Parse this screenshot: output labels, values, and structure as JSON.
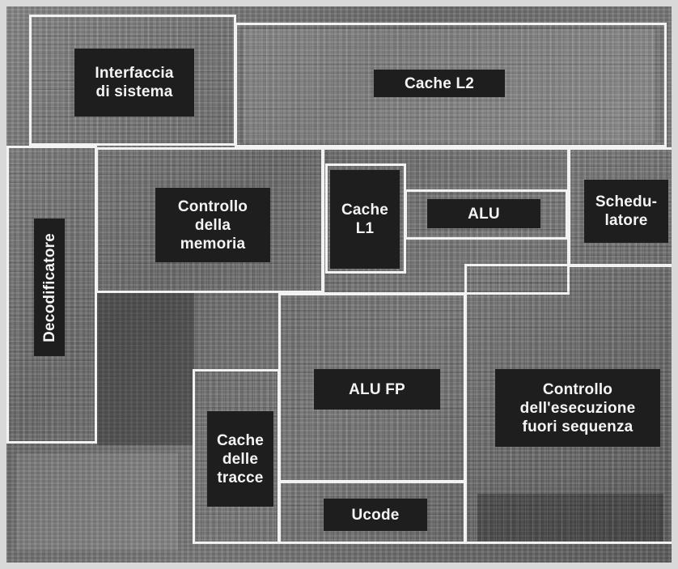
{
  "blocks": {
    "system_interface": "Interfaccia\ndi sistema",
    "l2_cache": "Cache L2",
    "decoder": "Decodificatore",
    "memory_control": "Controllo\ndella\nmemoria",
    "l1_cache": "Cache\nL1",
    "alu": "ALU",
    "scheduler": "Schedu-\nlatore",
    "fp_alu": "ALU FP",
    "trace_cache": "Cache\ndelle\ntracce",
    "out_of_order_control": "Controllo\ndell'esecuzione\nfuori sequenza",
    "ucode": "Ucode"
  }
}
